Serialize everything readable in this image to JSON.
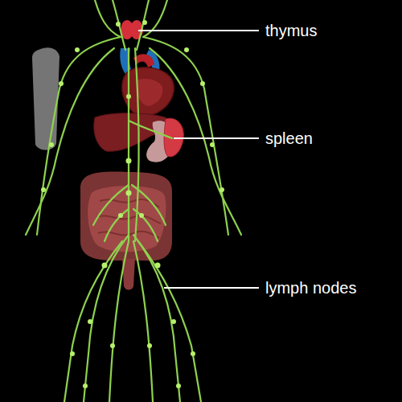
{
  "diagram": {
    "labels": [
      "thymus",
      "spleen",
      "lymph nodes"
    ]
  }
}
